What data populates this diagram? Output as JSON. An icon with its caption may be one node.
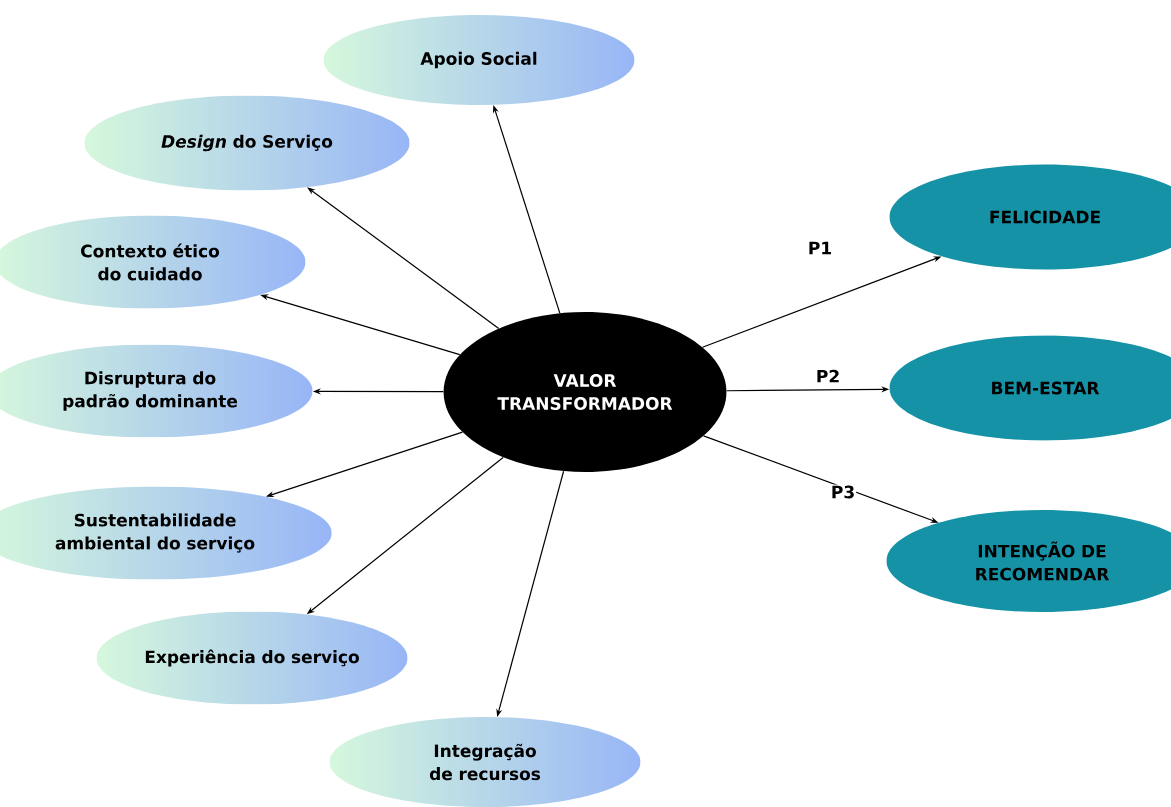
{
  "diagram": {
    "nodes": [
      {
        "text": [
          "VALOR TRANSFORMADOR"
        ]
      },
      {
        "text": [
          "Apoio Social"
        ]
      },
      {
        "text": [
          "*Design* do Serviço"
        ]
      },
      {
        "text": [
          "Contexto ético do cuidado"
        ]
      },
      {
        "text": [
          "Disruptura do padrão dominante"
        ]
      },
      {
        "text": [
          "Sustentabilidade ambiental do serviço"
        ]
      },
      {
        "text": [
          "Experiência do serviço"
        ]
      },
      {
        "text": [
          "Integração de recursos"
        ]
      },
      {
        "text": [
          "FELICIDADE"
        ]
      },
      {
        "text": [
          "BEM-ESTAR"
        ]
      },
      {
        "text": [
          "INTENÇÃO DE RECOMENDAR"
        ]
      }
    ],
    "edges": [
      {
        "from": 0,
        "to": 1,
        "arrow": "to"
      },
      {
        "from": 0,
        "to": 2,
        "arrow": "to"
      },
      {
        "from": 0,
        "to": 3,
        "arrow": "to"
      },
      {
        "from": 0,
        "to": 4,
        "arrow": "to"
      },
      {
        "from": 0,
        "to": 5,
        "arrow": "to"
      },
      {
        "from": 0,
        "to": 6,
        "arrow": "to"
      },
      {
        "from": 0,
        "to": 7,
        "arrow": "to"
      },
      {
        "from": 0,
        "to": 8,
        "arrow": "to",
        "label": "P1"
      },
      {
        "from": 0,
        "to": 9,
        "arrow": "to",
        "label": "P2"
      },
      {
        "from": 0,
        "to": 10,
        "arrow": "to",
        "label": "P3"
      }
    ]
  }
}
